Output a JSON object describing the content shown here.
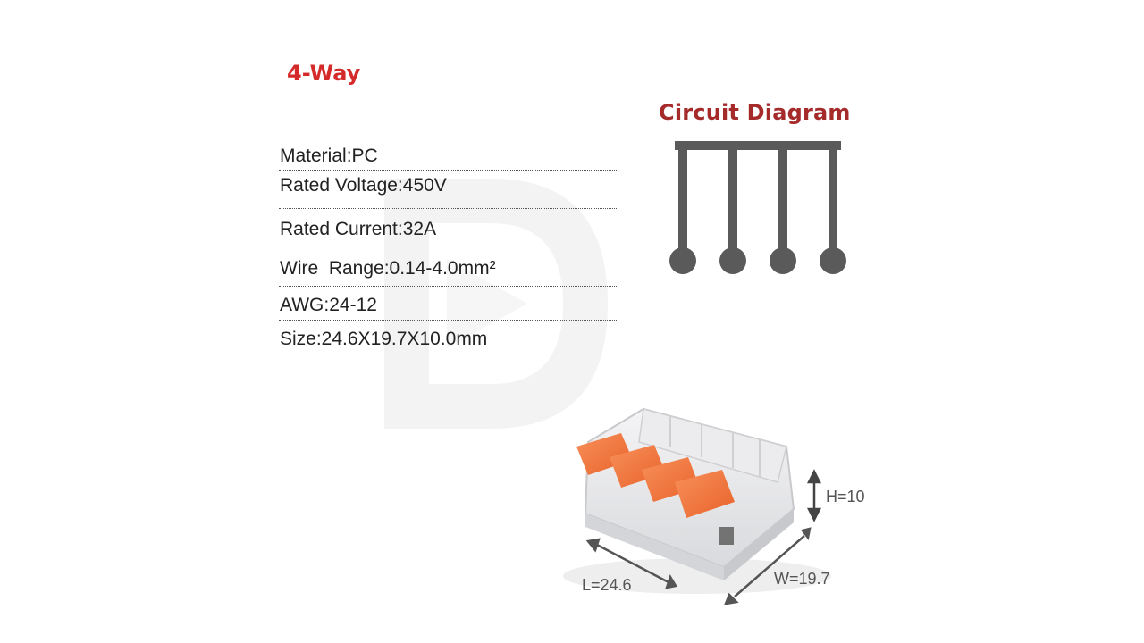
{
  "title": "4-Way",
  "specs": [
    "Material:PC",
    "Rated Voltage:450V",
    "Rated Current:32A",
    "Wire  Range:0.14-4.0mm²",
    "AWG:24-12",
    "Size:24.6X19.7X10.0mm"
  ],
  "circuit_diagram": {
    "title": "Circuit Diagram",
    "terminals": 4
  },
  "dimensions": {
    "height_label": "H=10",
    "length_label": "L=24.6",
    "width_label": "W=19.7"
  },
  "colors": {
    "title_red": "#d42a2a",
    "circuit_title": "#a52a2a",
    "circuit_gray": "#5a5a5a",
    "lever_orange": "#f47a3a"
  }
}
